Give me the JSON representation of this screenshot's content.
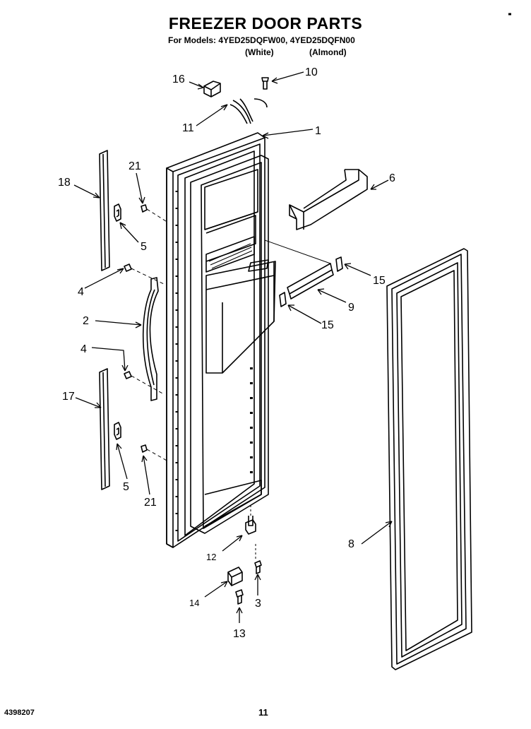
{
  "header": {
    "title": "FREEZER DOOR PARTS",
    "models_line": "For Models: 4YED25DQFW00, 4YED25DQFN00",
    "variant_white": "(White)",
    "variant_almond": "(Almond)"
  },
  "callouts": {
    "c1": "1",
    "c2": "2",
    "c3": "3",
    "c4a": "4",
    "c4b": "4",
    "c5a": "5",
    "c5b": "5",
    "c6": "6",
    "c8": "8",
    "c9": "9",
    "c10": "10",
    "c11": "11",
    "c12": "12",
    "c13": "13",
    "c14": "14",
    "c15a": "15",
    "c15b": "15",
    "c16": "16",
    "c17": "17",
    "c18": "18",
    "c21a": "21",
    "c21b": "21"
  },
  "footer": {
    "doc_number": "4398207",
    "page_number": "11"
  }
}
